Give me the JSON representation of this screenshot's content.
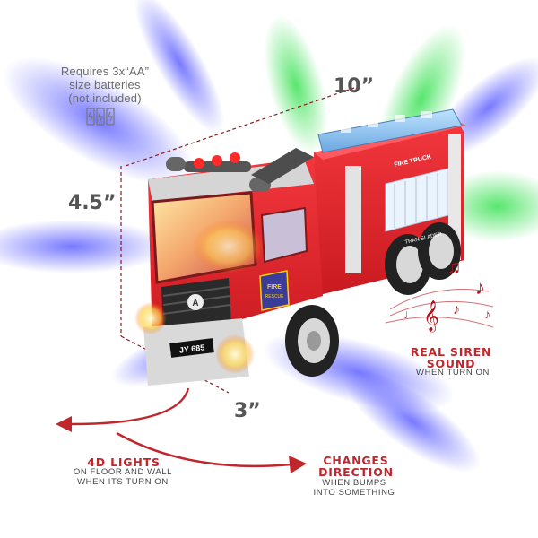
{
  "battery_note": {
    "line1": "Requires 3x“AA”",
    "line2": "size batteries",
    "line3": "(not included)"
  },
  "dimensions": {
    "length": "10”",
    "height": "4.5”",
    "width": "3”"
  },
  "features": {
    "siren": {
      "title_line1": "REAL SIREN",
      "title_line2": "SOUND",
      "subtitle": "WHEN TURN ON"
    },
    "lights": {
      "title": "4D LIGHTS",
      "subtitle_line1": "ON FLOOR AND WALL",
      "subtitle_line2": "WHEN ITS TURN ON"
    },
    "direction": {
      "title_line1": "CHANGES",
      "title_line2": "DIRECTION",
      "subtitle_line1": "WHEN BUMPS",
      "subtitle_line2": "INTO SOMETHING"
    }
  },
  "truck": {
    "plate": "JY 685",
    "side_label": "FIRE TRUCK",
    "side_label2": "TRAN SLADER",
    "badge_line1": "FIRE",
    "badge_line2": "RESCUE",
    "logo_letter": "A"
  },
  "colors": {
    "truck_red": "#e5242b",
    "accent_red": "#c0272d",
    "light_blue": "#5a5cff",
    "light_green": "#39d94a"
  }
}
